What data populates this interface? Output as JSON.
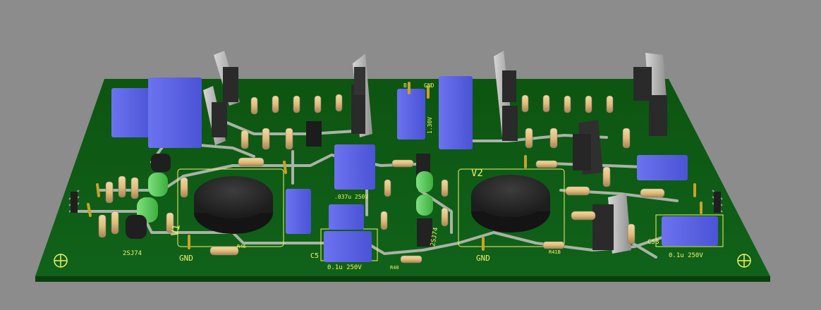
{
  "scene": {
    "background_color": "#8c8c8c",
    "board_color": "#0e5a13",
    "board_edge_color": "#0a3f0d",
    "trace_color": "#a9b3a6",
    "silk_color": "#f2f26a",
    "cap_color": "#5a63e6",
    "led_color": "#5fd35f",
    "transformer_color": "#2b2b2b",
    "icon_names": [
      "mounting-hole-icon",
      "pin-header-icon"
    ]
  },
  "labels": {
    "v1": "V1",
    "v2": "V2",
    "gnd_left": "GND",
    "gnd_mid": "GND",
    "gnd_top": "GND",
    "q_left": "2SJ74",
    "q_mid": "2SJ74",
    "c5": "C5",
    "c5_value": "0.1u 250V",
    "c_right": "C5B",
    "c_right_value": "0.1u 250V",
    "c_mid_value": ".037u 250V",
    "c_top_value": "1.30V",
    "r40": "R40",
    "r41b": "R41B",
    "r46": "R46",
    "b_top": "B"
  }
}
